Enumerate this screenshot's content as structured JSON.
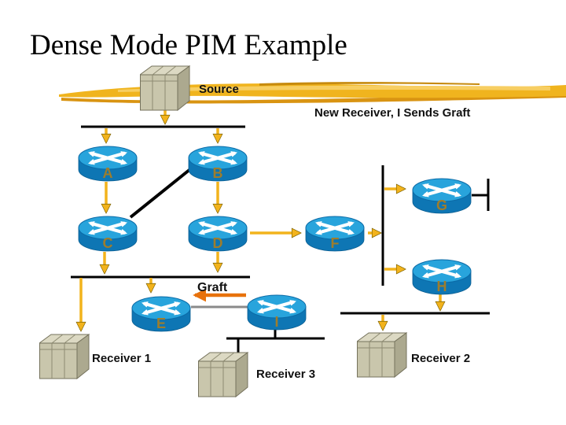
{
  "slide_title": "Dense Mode PIM Example",
  "annotation": {
    "new_receiver_note": "New Receiver, I Sends Graft",
    "graft_label": "Graft"
  },
  "routers": [
    {
      "id": "A",
      "label": "A"
    },
    {
      "id": "B",
      "label": "B"
    },
    {
      "id": "C",
      "label": "C"
    },
    {
      "id": "D",
      "label": "D"
    },
    {
      "id": "E",
      "label": "E"
    },
    {
      "id": "F",
      "label": "F"
    },
    {
      "id": "G",
      "label": "G"
    },
    {
      "id": "H",
      "label": "H"
    },
    {
      "id": "I",
      "label": "I"
    }
  ],
  "hosts": [
    {
      "id": "source",
      "label": "Source"
    },
    {
      "id": "receiver-1",
      "label": "Receiver 1"
    },
    {
      "id": "receiver-2",
      "label": "Receiver 2"
    },
    {
      "id": "receiver-3",
      "label": "Receiver 3"
    }
  ],
  "colors": {
    "background": "#FFFFFF",
    "title_text": "#000000",
    "brush_gold": "#F0B41E",
    "brush_gold_light": "#F7CE62",
    "brush_gold_dark": "#D99412",
    "link_yellow": "#F2B31C",
    "graft_arrow_orange": "#E8720C",
    "segment_black": "#000000",
    "idle_link_gray": "#8A8A8A",
    "router_top_blue": "#28A4DC",
    "router_body_blue": "#0E76B4",
    "router_letter_gold": "#9E7D2C",
    "host_front": "#C9C6AC",
    "host_top": "#DCD9C3",
    "host_side": "#ACA98F"
  }
}
